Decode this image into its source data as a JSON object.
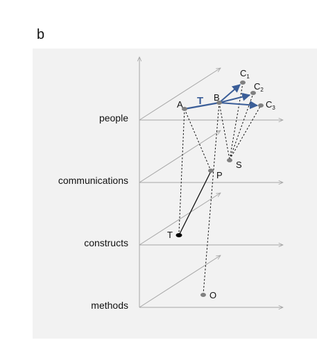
{
  "panel_label": "b",
  "layers": [
    {
      "id": "people",
      "label": "people"
    },
    {
      "id": "communications",
      "label": "communications"
    },
    {
      "id": "constructs",
      "label": "constructs"
    },
    {
      "id": "methods",
      "label": "methods"
    }
  ],
  "nodes": {
    "A": {
      "label": "A",
      "layer": "people"
    },
    "B": {
      "label": "B",
      "layer": "people"
    },
    "C1": {
      "label": "C",
      "sub": "1",
      "layer": "people"
    },
    "C2": {
      "label": "C",
      "sub": "2",
      "layer": "people"
    },
    "C3": {
      "label": "C",
      "sub": "3",
      "layer": "people"
    },
    "S": {
      "label": "S",
      "layer": "communications"
    },
    "P": {
      "label": "P",
      "layer": "communications"
    },
    "T": {
      "label": "T",
      "layer": "constructs"
    },
    "O": {
      "label": "O",
      "layer": "methods"
    }
  },
  "tie_label": "T",
  "edges": {
    "people_tie": [
      {
        "from": "A",
        "to": "B",
        "label": "T"
      }
    ],
    "people_arrows": [
      {
        "from": "B",
        "to": "C1"
      },
      {
        "from": "B",
        "to": "C2"
      },
      {
        "from": "B",
        "to": "C3"
      }
    ],
    "dotted": [
      {
        "from": "A",
        "to": "T"
      },
      {
        "from": "A",
        "to": "P"
      },
      {
        "from": "B",
        "to": "S"
      },
      {
        "from": "B",
        "to": "O"
      },
      {
        "from": "S",
        "to": "C1"
      },
      {
        "from": "S",
        "to": "C2"
      },
      {
        "from": "S",
        "to": "C3"
      }
    ],
    "solid": [
      {
        "from": "T",
        "to": "P"
      }
    ]
  },
  "colors": {
    "panel_bg": "#f2f2f2",
    "axis": "#a6a6a6",
    "tie_blue": "#3b5e98",
    "node_gray": "#808080",
    "node_black": "#000000",
    "text": "#111111"
  }
}
